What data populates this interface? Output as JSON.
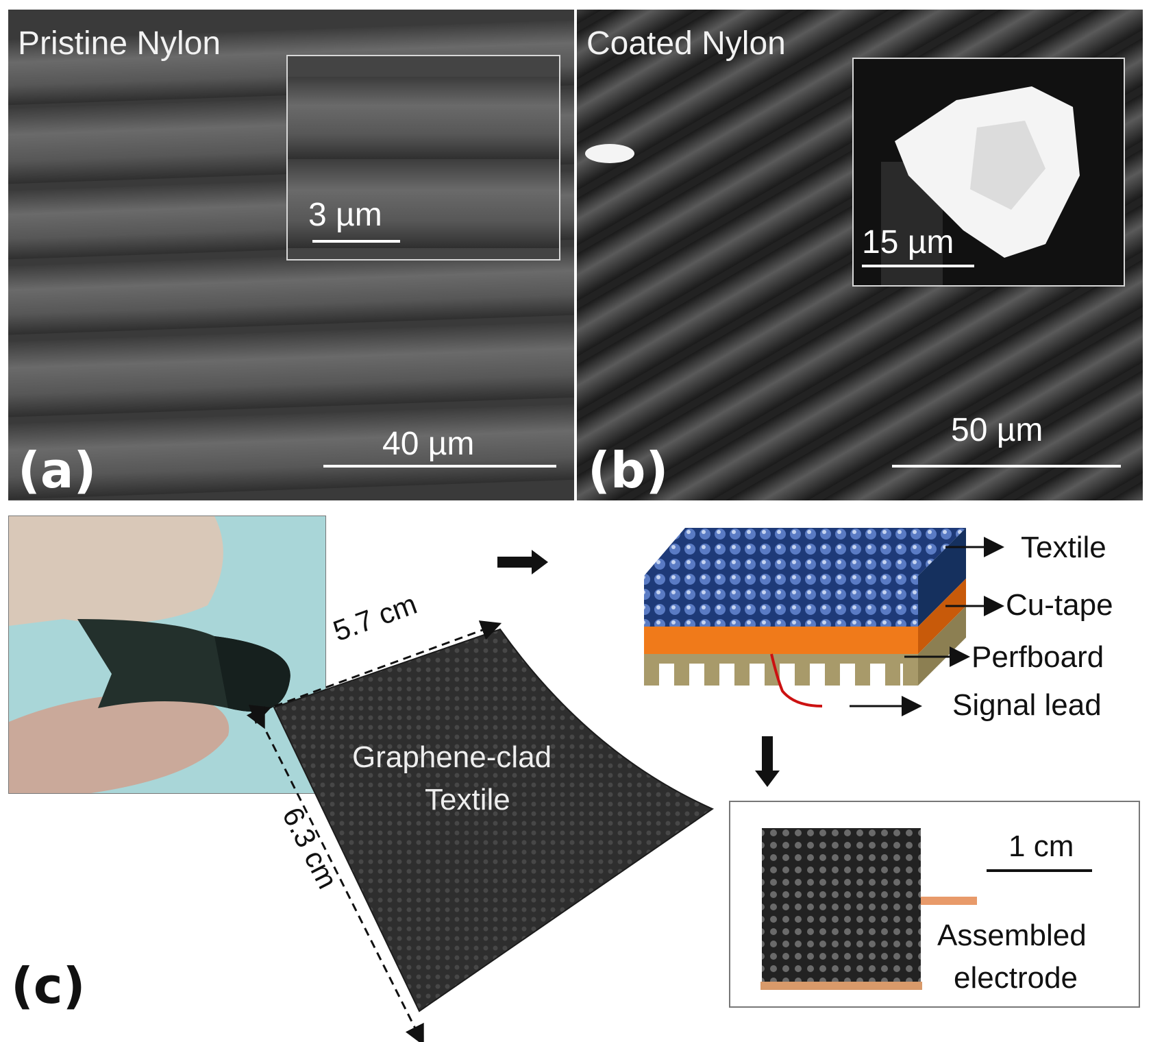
{
  "panel_a": {
    "letter": "(a)",
    "title": "Pristine Nylon",
    "scale_main": "40 µm",
    "scale_inset": "3 µm"
  },
  "panel_b": {
    "letter": "(b)",
    "title": "Coated Nylon",
    "scale_main": "50 µm",
    "scale_inset": "15 µm"
  },
  "panel_c": {
    "letter": "(c)",
    "textile_label_line1": "Graphene-clad",
    "textile_label_line2": "Textile",
    "dim_width": "5.7 cm",
    "dim_height": "6.3 cm",
    "layers": {
      "textile": "Textile",
      "cu_tape": "Cu-tape",
      "perfboard": "Perfboard",
      "signal_lead": "Signal lead"
    },
    "electrode_scale": "1 cm",
    "electrode_label_line1": "Assembled",
    "electrode_label_line2": "electrode"
  },
  "colors": {
    "sem_background": "#4a4a4a",
    "textile_blue": "#1e3a78",
    "cu_tape_orange": "#f07a1a",
    "perfboard_olive": "#a89a6a",
    "signal_lead_red": "#cc1111",
    "photo_background": "#a9d6d8"
  }
}
